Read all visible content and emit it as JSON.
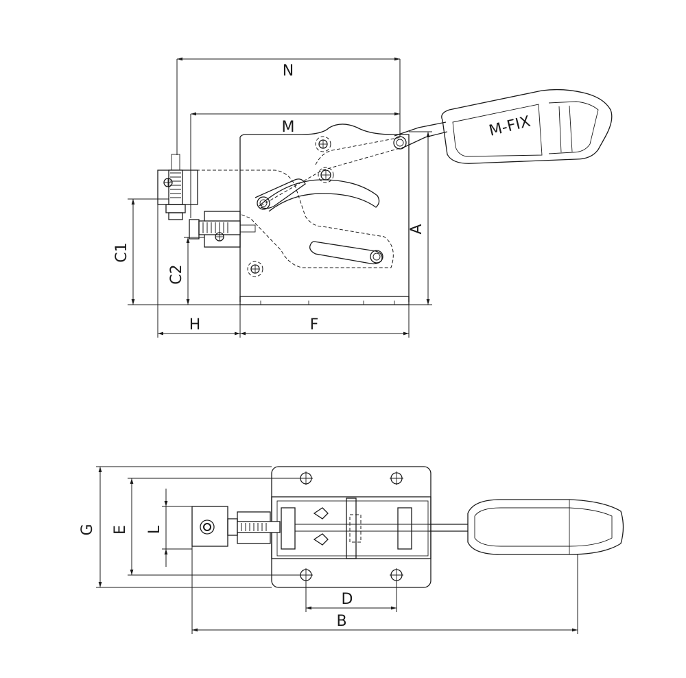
{
  "labels": {
    "N": "N",
    "M": "M",
    "A": "A",
    "C1": "C1",
    "C2": "C2",
    "H": "H",
    "F": "F",
    "G": "G",
    "E": "E",
    "L": "L",
    "D": "D",
    "B": "B"
  },
  "handle_logo": "M-FIX",
  "colors": {
    "line": "#1a1a1a",
    "background": "#ffffff"
  }
}
